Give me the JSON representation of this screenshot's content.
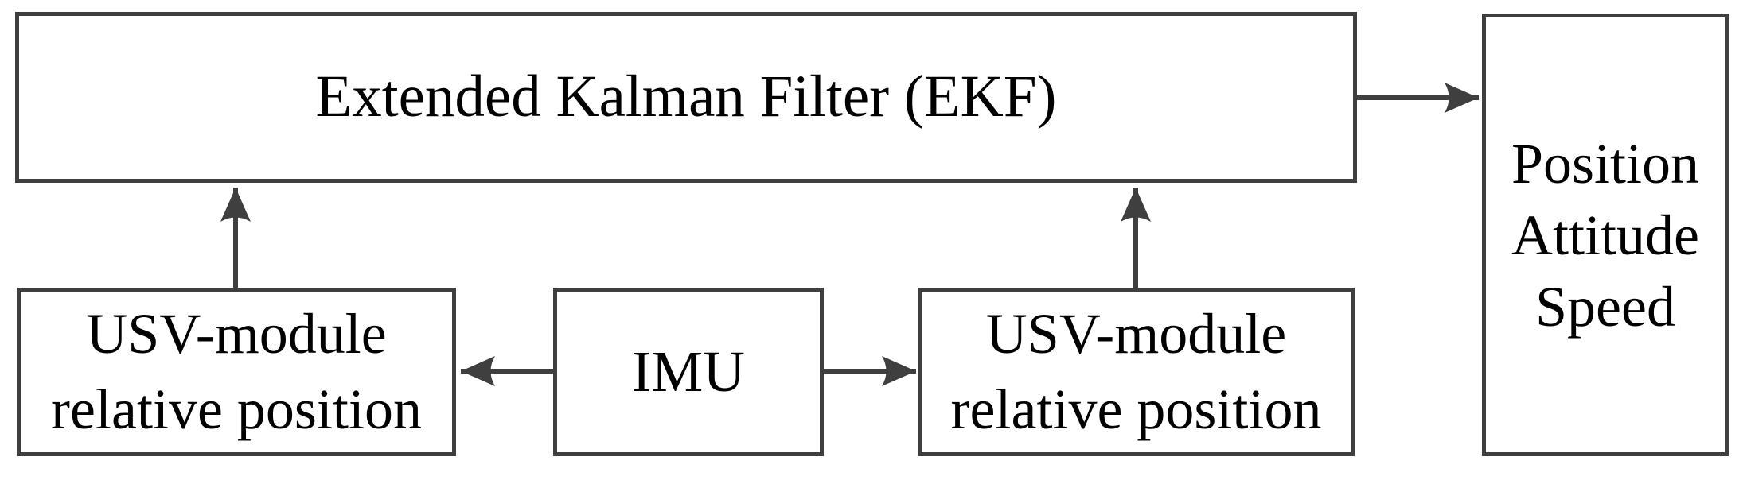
{
  "colors": {
    "line": "#3f3f3f",
    "text": "#000000",
    "background": "#ffffff"
  },
  "blocks": {
    "ekf": {
      "label": "Extended Kalman Filter (EKF)"
    },
    "usv_left": {
      "label": "USV-module\nrelative position"
    },
    "imu": {
      "label": "IMU"
    },
    "usv_right": {
      "label": "USV-module\nrelative position"
    },
    "output": {
      "label": "Position\nAttitude\nSpeed"
    }
  },
  "edges": [
    {
      "from": "usv_left",
      "to": "ekf"
    },
    {
      "from": "usv_right",
      "to": "ekf"
    },
    {
      "from": "imu",
      "to": "usv_left"
    },
    {
      "from": "imu",
      "to": "usv_right"
    },
    {
      "from": "ekf",
      "to": "output"
    }
  ]
}
